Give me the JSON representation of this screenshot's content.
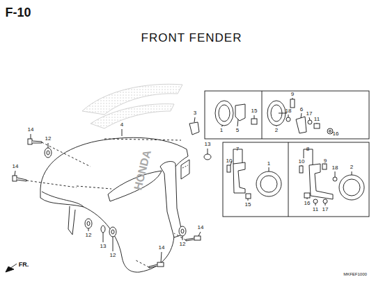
{
  "diagram": {
    "title": "FRONT FENDER",
    "labels": [
      "F-10",
      "4",
      "3",
      "14",
      "12",
      "13",
      "14",
      "HONDA",
      "12",
      "13",
      "12",
      "14",
      "12",
      "14",
      "1",
      "5",
      "15",
      "9",
      "2",
      "18",
      "6",
      "17",
      "11",
      "16",
      "7",
      "10",
      "1",
      "15",
      "8",
      "10",
      "9",
      "18",
      "2",
      "16",
      "11",
      "17",
      "FR.",
      "MKFEF1000"
    ]
  }
}
